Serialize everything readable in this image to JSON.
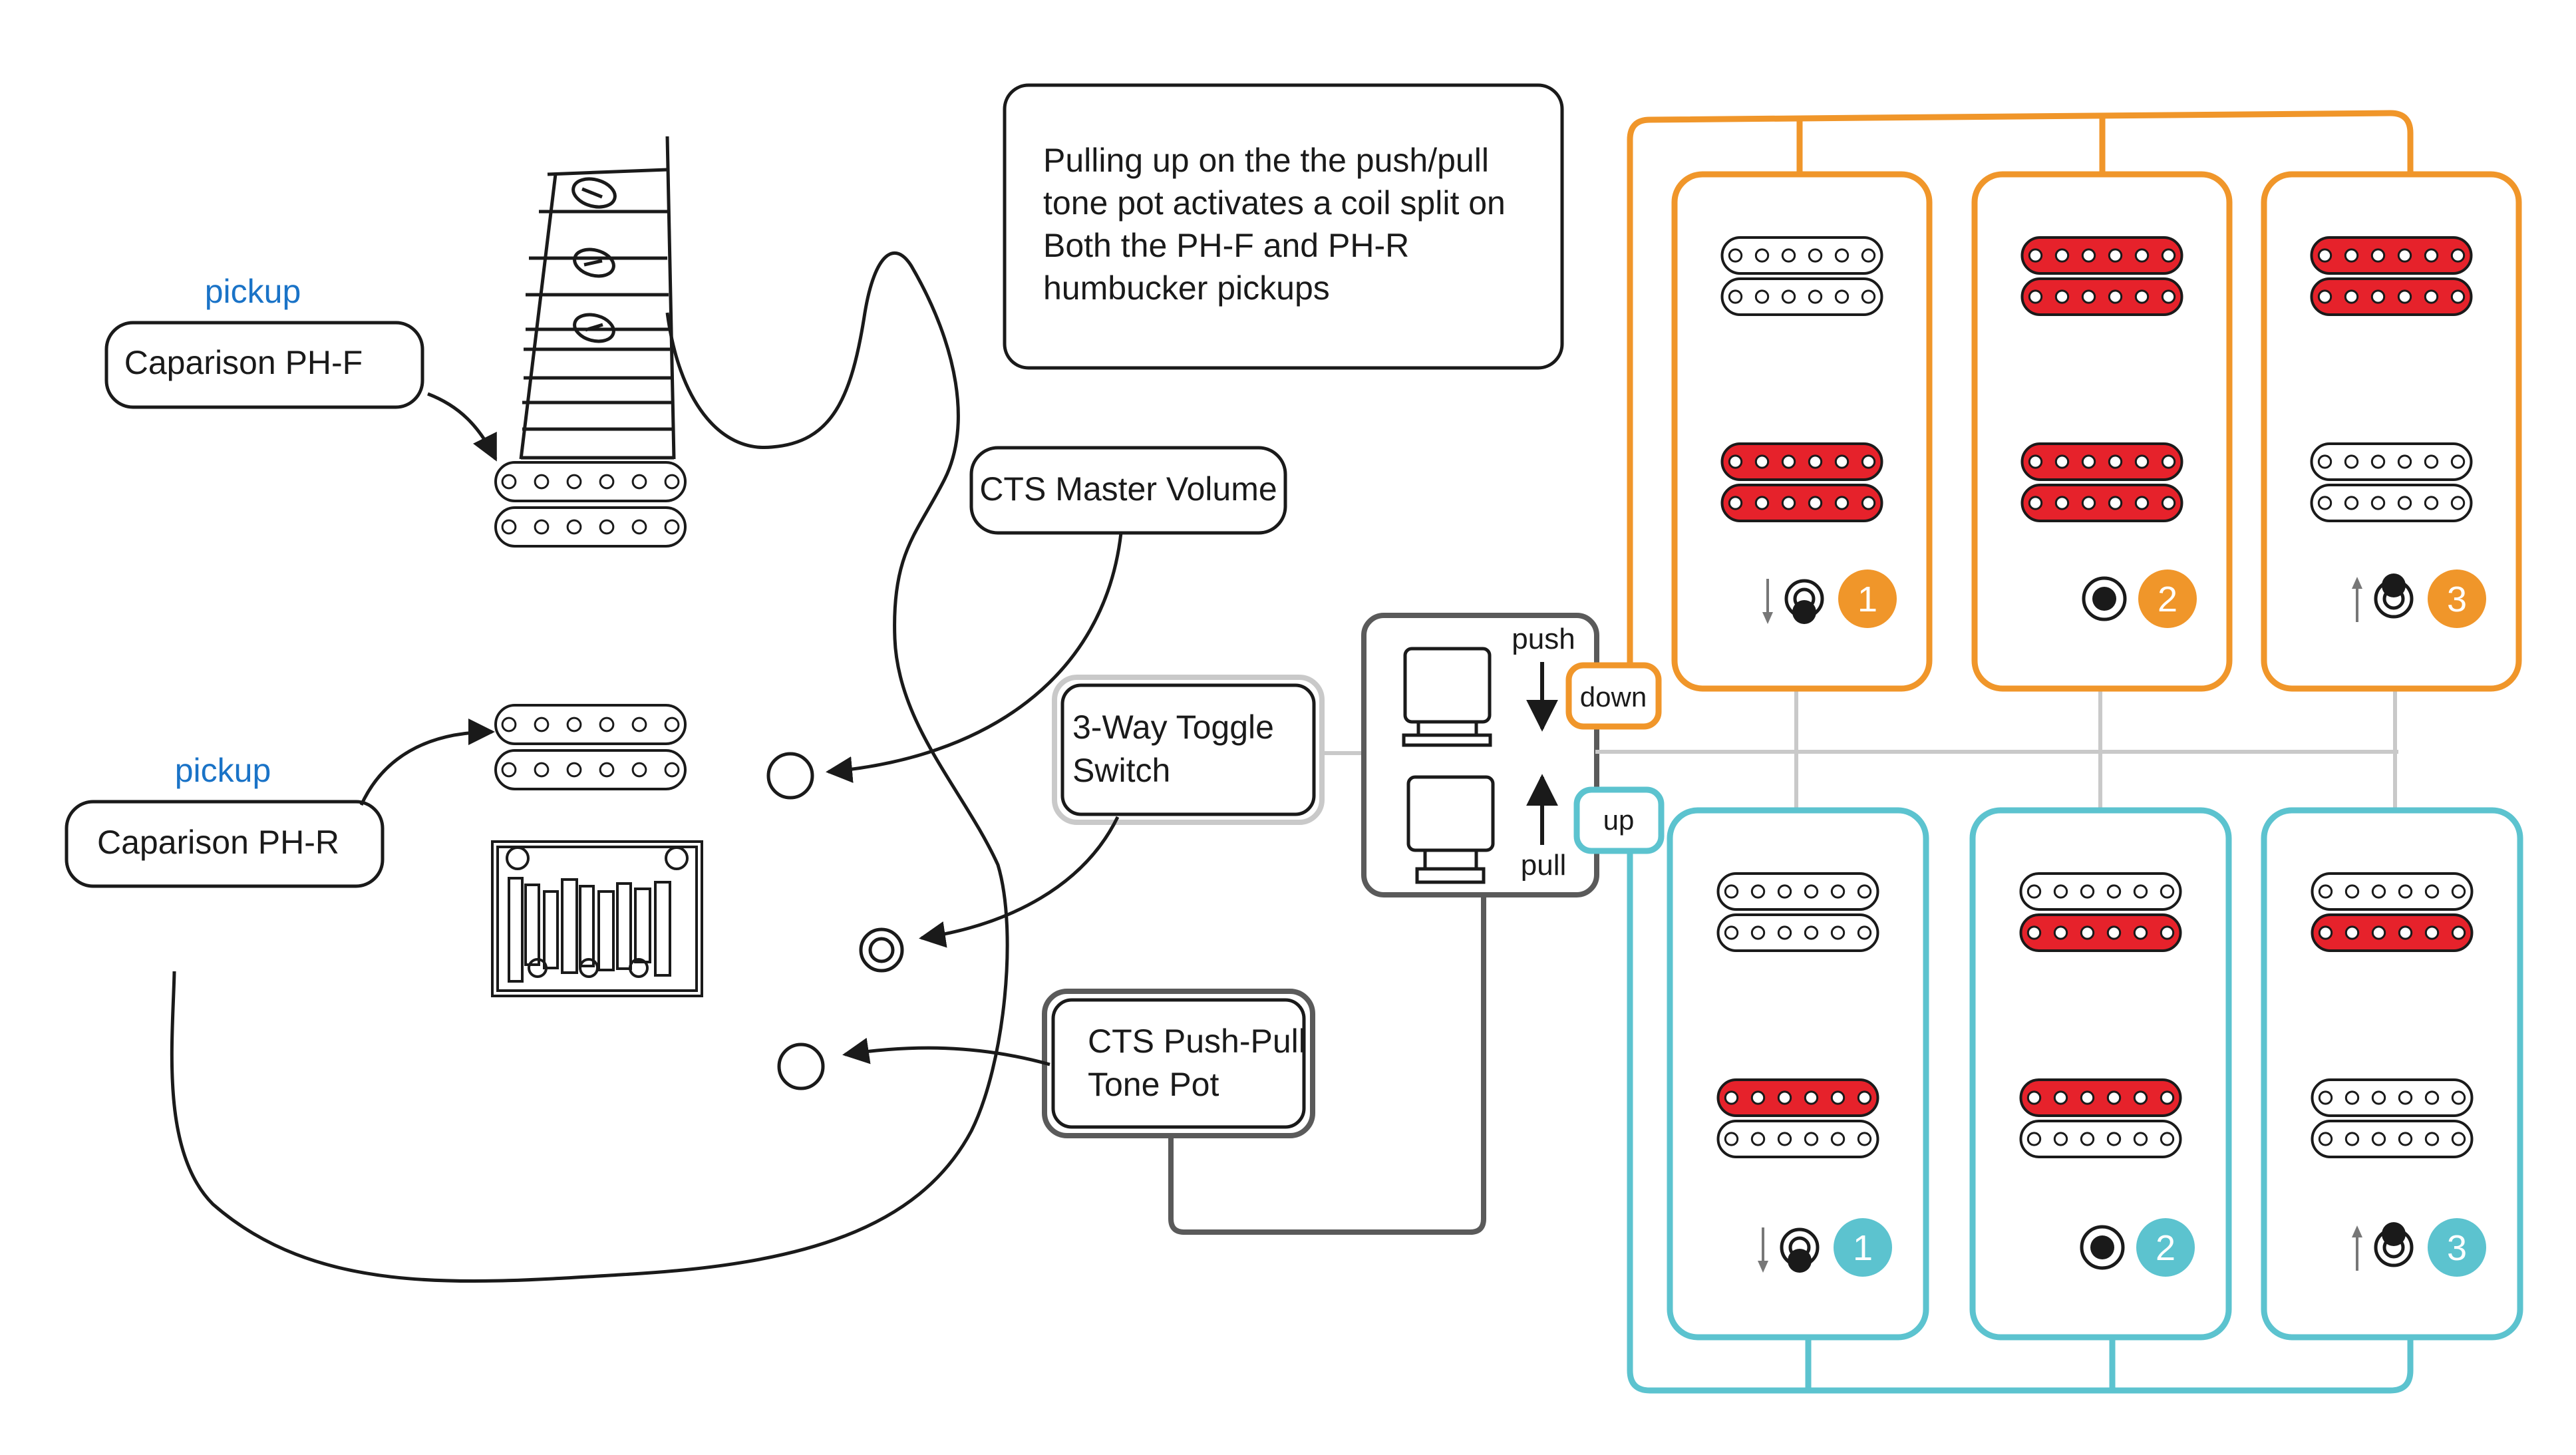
{
  "colors": {
    "line": "#1a1a1a",
    "orange": "#f0962a",
    "teal": "#5cc3cf",
    "red": "#e6222b",
    "blue_label": "#1a73c7",
    "grey_connector": "#c9c9c9",
    "grey_box": "#5a5a5a"
  },
  "info_note": {
    "lines": [
      "Pulling up on the the push/pull",
      "tone pot  activates a  coil split on",
      "Both the PH-F and PH-R",
      "humbucker pickups"
    ]
  },
  "labels": {
    "neck_pickup": {
      "caption": "pickup",
      "name": "Caparison PH-F"
    },
    "bridge_pickup": {
      "caption": "pickup",
      "name": "Caparison PH-R"
    },
    "volume": "CTS Master Volume",
    "toggle": [
      "3-Way Toggle",
      "Switch"
    ],
    "tone": [
      "CTS Push-Pull",
      "Tone Pot"
    ]
  },
  "pushpull": {
    "push": "push",
    "pull": "pull",
    "down": "down",
    "up": "up"
  },
  "modes": {
    "down": [
      {
        "number": "1",
        "neck_coils": [
          "off",
          "off"
        ],
        "bridge_coils": [
          "on",
          "on"
        ],
        "switch": "down"
      },
      {
        "number": "2",
        "neck_coils": [
          "on",
          "on"
        ],
        "bridge_coils": [
          "on",
          "on"
        ],
        "switch": "middle"
      },
      {
        "number": "3",
        "neck_coils": [
          "on",
          "on"
        ],
        "bridge_coils": [
          "off",
          "off"
        ],
        "switch": "up"
      }
    ],
    "up": [
      {
        "number": "1",
        "neck_coils": [
          "off",
          "off"
        ],
        "bridge_coils": [
          "on",
          "off"
        ],
        "switch": "down"
      },
      {
        "number": "2",
        "neck_coils": [
          "off",
          "on"
        ],
        "bridge_coils": [
          "on",
          "off"
        ],
        "switch": "middle"
      },
      {
        "number": "3",
        "neck_coils": [
          "off",
          "on"
        ],
        "bridge_coils": [
          "off",
          "off"
        ],
        "switch": "up"
      }
    ]
  }
}
